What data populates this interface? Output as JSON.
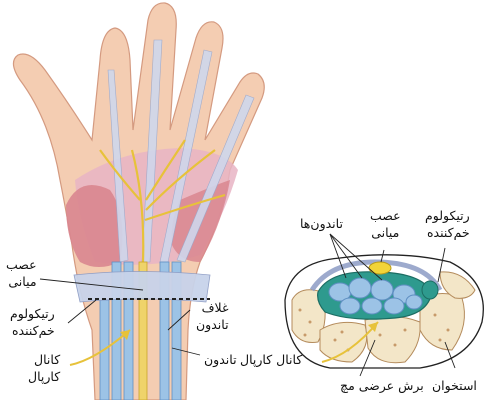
{
  "colors": {
    "skin": "#f4cdb2",
    "skin_shadow": "#e6a98c",
    "palm_inner": "#e8b4c4",
    "muscle": "#d9868f",
    "tendon": "#9cc3e6",
    "tendon_dark": "#5f8fc2",
    "nerve": "#e7c23a",
    "sheath": "#2e9a8e",
    "bone": "#f3e6c8",
    "bone_spots": "#c79a6a",
    "ligament": "#c8d3ea"
  },
  "labels": {
    "median_nerve_left": [
      "عصب",
      "میانی"
    ],
    "flexor_retinaculum_left": [
      "رتیکولوم",
      "خم‌کننده"
    ],
    "carpal_canal_left": [
      "کانال",
      "کارپال"
    ],
    "tendon_sheath": [
      "غلاف",
      "تاندون"
    ],
    "tendon": "تاندون",
    "tendons_top": "تاندون‌ها",
    "median_nerve_right": [
      "عصب",
      "میانی"
    ],
    "flexor_retinaculum_right": [
      "رتیکولوم",
      "خم‌کننده"
    ],
    "carpal_canal_right": "کانال کارپال",
    "cross_section": "برش عرضی مچ",
    "bone": "استخوان"
  }
}
